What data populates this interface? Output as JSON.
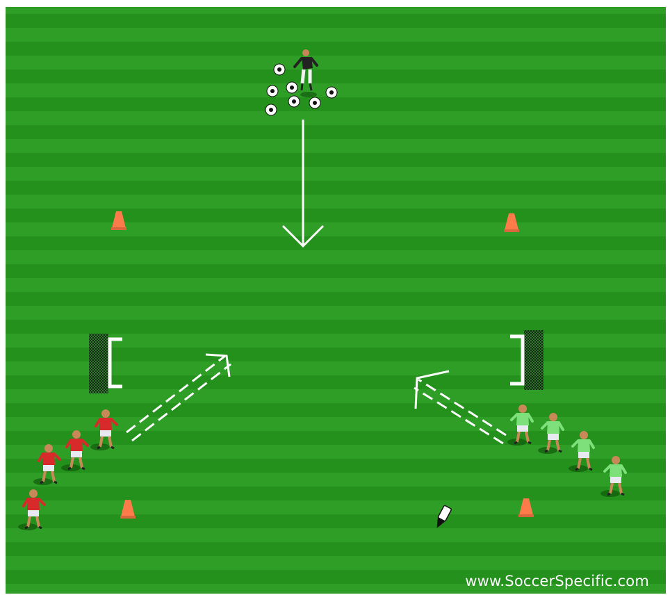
{
  "diagram": {
    "watermark": "www.SoccerSpecific.com",
    "colors": {
      "field_light": "#2f9e26",
      "field_dark": "#1f8c1a",
      "border": "#ffffff",
      "line": "#ffffff",
      "cone": "#ff7b4a",
      "red_team": "#d82a2a",
      "green_team": "#7ee07a",
      "coach": "#222222",
      "net": "#111111"
    },
    "elements": {
      "coach": {
        "label": "coach",
        "icon": "player-icon"
      },
      "ball_count": 7,
      "cone_count": 4,
      "goal_count": 2,
      "red_players": 4,
      "green_players": 4
    }
  }
}
